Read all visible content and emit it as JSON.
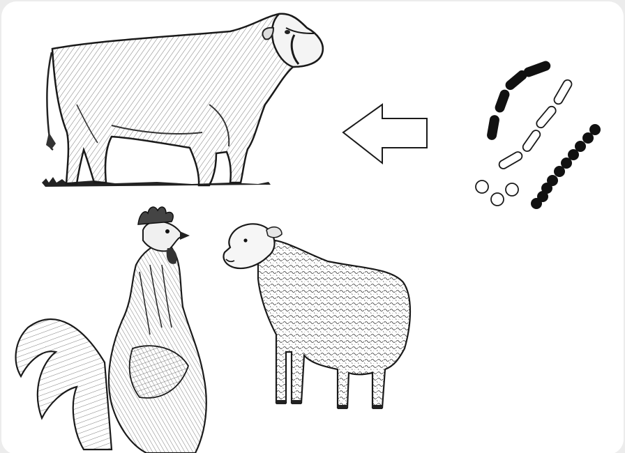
{
  "illustration": {
    "animals": [
      "cow",
      "rooster",
      "sheep"
    ],
    "arrow_direction": "left",
    "bacteria": [
      {
        "form": "filled-rod-chain"
      },
      {
        "form": "hollow-rod-chain"
      },
      {
        "form": "filled-coccus-chain"
      },
      {
        "form": "hollow-coccus-cluster"
      }
    ]
  },
  "colors": {
    "ink": "#1a1a1a",
    "panel": "#ffffff",
    "frame": "#ececec"
  }
}
